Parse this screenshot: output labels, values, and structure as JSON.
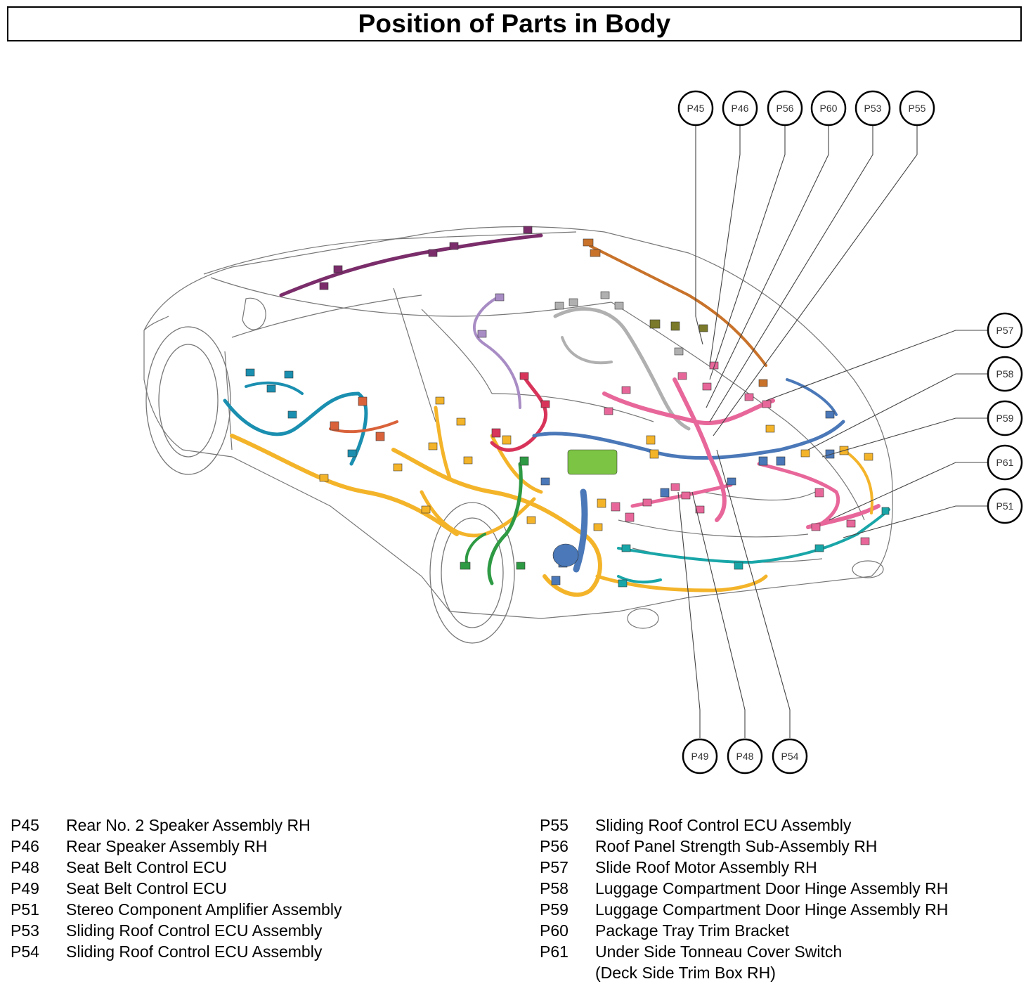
{
  "title": "Position of Parts in Body",
  "colors": {
    "orange_harness": "#f4b42a",
    "pink_harness": "#e8679a",
    "teal_harness": "#1a8fb0",
    "blue_harness": "#4a78b8",
    "purple_harness": "#7a2d6a",
    "red_harness": "#d8345a",
    "green_harness": "#2e9a44",
    "lime_part": "#7cc444",
    "brown_harness": "#c8722a",
    "gray_harness": "#b0b0b0",
    "olive_part": "#7a7a2a",
    "lilac_harness": "#a88cc4",
    "cyan_harness": "#19a6a8",
    "outline": "#666666"
  },
  "callouts": [
    {
      "id": "P45"
    },
    {
      "id": "P46"
    },
    {
      "id": "P56"
    },
    {
      "id": "P60"
    },
    {
      "id": "P53"
    },
    {
      "id": "P55"
    },
    {
      "id": "P57"
    },
    {
      "id": "P58"
    },
    {
      "id": "P59"
    },
    {
      "id": "P61"
    },
    {
      "id": "P51"
    },
    {
      "id": "P49"
    },
    {
      "id": "P48"
    },
    {
      "id": "P54"
    }
  ],
  "legend": {
    "left": [
      {
        "code": "P45",
        "desc": "Rear No. 2 Speaker Assembly RH"
      },
      {
        "code": "P46",
        "desc": "Rear Speaker Assembly RH"
      },
      {
        "code": "P48",
        "desc": "Seat Belt Control ECU"
      },
      {
        "code": "P49",
        "desc": "Seat Belt Control ECU"
      },
      {
        "code": "P51",
        "desc": "Stereo Component Amplifier Assembly"
      },
      {
        "code": "P53",
        "desc": "Sliding Roof Control ECU Assembly"
      },
      {
        "code": "P54",
        "desc": "Sliding Roof Control ECU Assembly"
      }
    ],
    "right": [
      {
        "code": "P55",
        "desc": "Sliding Roof Control ECU Assembly"
      },
      {
        "code": "P56",
        "desc": "Roof Panel Strength Sub-Assembly RH"
      },
      {
        "code": "P57",
        "desc": "Slide Roof Motor Assembly RH"
      },
      {
        "code": "P58",
        "desc": "Luggage Compartment Door Hinge Assembly RH"
      },
      {
        "code": "P59",
        "desc": "Luggage Compartment Door Hinge Assembly RH"
      },
      {
        "code": "P60",
        "desc": "Package Tray Trim Bracket"
      },
      {
        "code": "P61",
        "desc": "Under Side Tonneau Cover Switch"
      },
      {
        "code": "",
        "desc": "(Deck Side Trim Box RH)"
      }
    ]
  }
}
